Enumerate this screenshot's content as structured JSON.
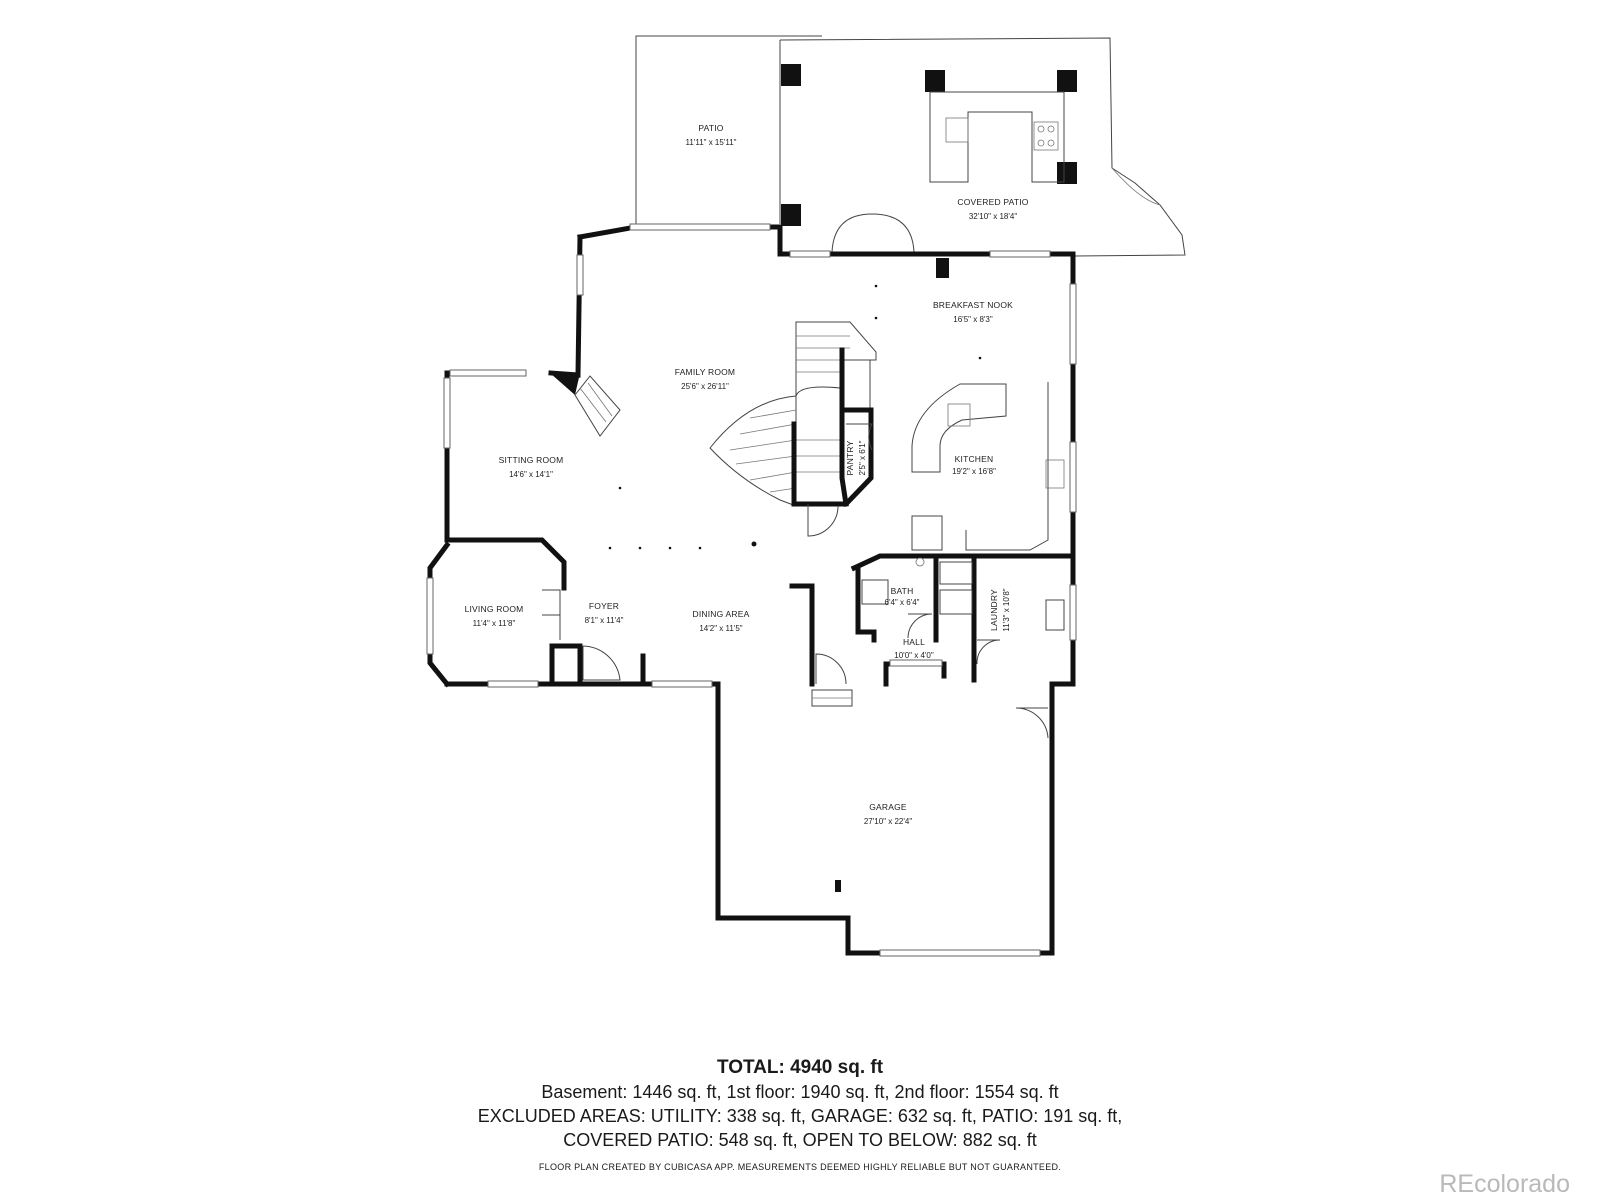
{
  "rooms": {
    "patio": {
      "name": "PATIO",
      "dim": "11'11\" x 15'11\""
    },
    "covered_patio": {
      "name": "COVERED PATIO",
      "dim": "32'10\" x 18'4\""
    },
    "breakfast_nook": {
      "name": "BREAKFAST NOOK",
      "dim": "16'5\" x 8'3\""
    },
    "family_room": {
      "name": "FAMILY ROOM",
      "dim": "25'6\" x 26'11\""
    },
    "sitting_room": {
      "name": "SITTING ROOM",
      "dim": "14'6\" x 14'1\""
    },
    "pantry": {
      "name": "PANTRY",
      "dim": "2'5\" x 6'1\""
    },
    "kitchen": {
      "name": "KITCHEN",
      "dim": "19'2\" x 16'8\""
    },
    "living_room": {
      "name": "LIVING ROOM",
      "dim": "11'4\" x 11'8\""
    },
    "foyer": {
      "name": "FOYER",
      "dim": "8'1\" x 11'4\""
    },
    "dining_area": {
      "name": "DINING AREA",
      "dim": "14'2\" x 11'5\""
    },
    "bath": {
      "name": "BATH",
      "dim": "6'4\" x 6'4\""
    },
    "laundry": {
      "name": "LAUNDRY",
      "dim": "11'3\" x 10'8\""
    },
    "hall": {
      "name": "HALL",
      "dim": "10'0\" x 4'0\""
    },
    "garage": {
      "name": "GARAGE",
      "dim": "27'10\" x 22'4\""
    }
  },
  "summary": {
    "total_label": "TOTAL: 4940 sq. ft",
    "line1": "Basement: 1446 sq. ft, 1st floor: 1940 sq. ft, 2nd floor: 1554 sq. ft",
    "line2": "EXCLUDED AREAS: UTILITY: 338 sq. ft, GARAGE: 632 sq. ft, PATIO: 191 sq. ft,",
    "line3": "COVERED PATIO: 548 sq. ft, OPEN TO BELOW: 882 sq. ft",
    "disclaimer": "FLOOR PLAN CREATED BY CUBICASA APP. MEASUREMENTS DEEMED HIGHLY RELIABLE BUT NOT GUARANTEED."
  },
  "brand": "REcolorado",
  "colors": {
    "wall": "#111111",
    "brand": "#b9b9b9"
  }
}
